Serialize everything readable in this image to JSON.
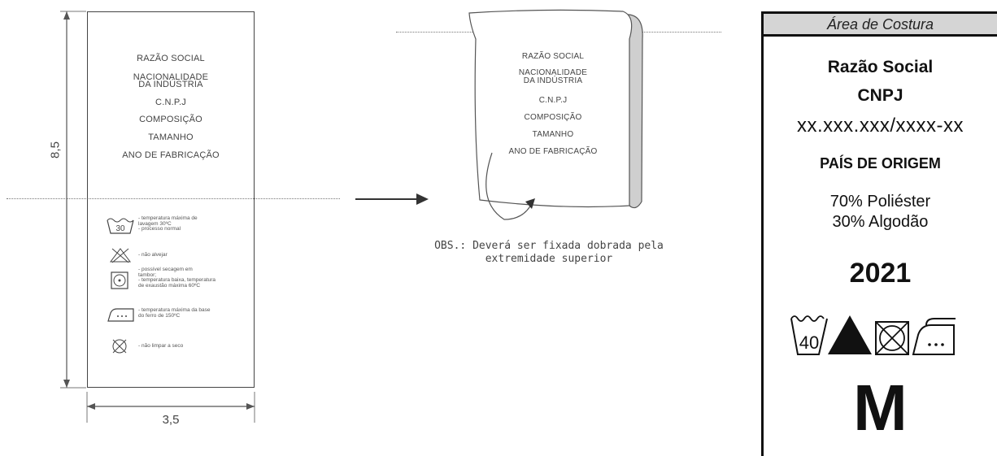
{
  "left_label": {
    "lines": [
      "RAZÃO SOCIAL",
      "NACIONALIDADE",
      "DA INDÚSTRIA",
      "C.N.P.J",
      "COMPOSIÇÃO",
      "TAMANHO",
      "ANO DE FABRICAÇÃO"
    ],
    "care": [
      {
        "icon": "wash-30-icon",
        "wash_number": "30",
        "lines": [
          "- temperatura máxima de",
          "lavagem 30ºC",
          "- processo normal"
        ]
      },
      {
        "icon": "no-bleach-icon",
        "lines": [
          "- não alvejar"
        ]
      },
      {
        "icon": "tumble-dry-icon",
        "lines": [
          "- possível secagem em",
          "tambor;",
          "- temperatura baixa, temperatura",
          "de exaustão máxima 60ºC"
        ]
      },
      {
        "icon": "iron-icon",
        "lines": [
          "- temperatura máxima da base",
          "do ferro de 150ºC"
        ]
      },
      {
        "icon": "no-dry-clean-icon",
        "lines": [
          "- não limpar a seco"
        ]
      }
    ],
    "height_dim": "8,5",
    "width_dim": "3,5"
  },
  "folded_label": {
    "lines": [
      "RAZÃO SOCIAL",
      "NACIONALIDADE",
      "DA INDÚSTRIA",
      "C.N.P.J",
      "COMPOSIÇÃO",
      "TAMANHO",
      "ANO DE FABRICAÇÃO"
    ],
    "note_line1": "OBS.: Deverá ser fixada dobrada pela",
    "note_line2": "extremidade superior"
  },
  "right_panel": {
    "header": "Área de Costura",
    "company": "Razão Social",
    "cnpj_label": "CNPJ",
    "cnpj_value": "xx.xxx.xxx/xxxx-xx",
    "origin": "PAÍS DE ORIGEM",
    "composition_1": "70% Poliéster",
    "composition_2": "30% Algodão",
    "year": "2021",
    "wash_number": "40",
    "size": "M",
    "icons": [
      "wash-40-icon",
      "bleach-icon",
      "no-tumble-dry-icon",
      "iron-icon"
    ]
  }
}
